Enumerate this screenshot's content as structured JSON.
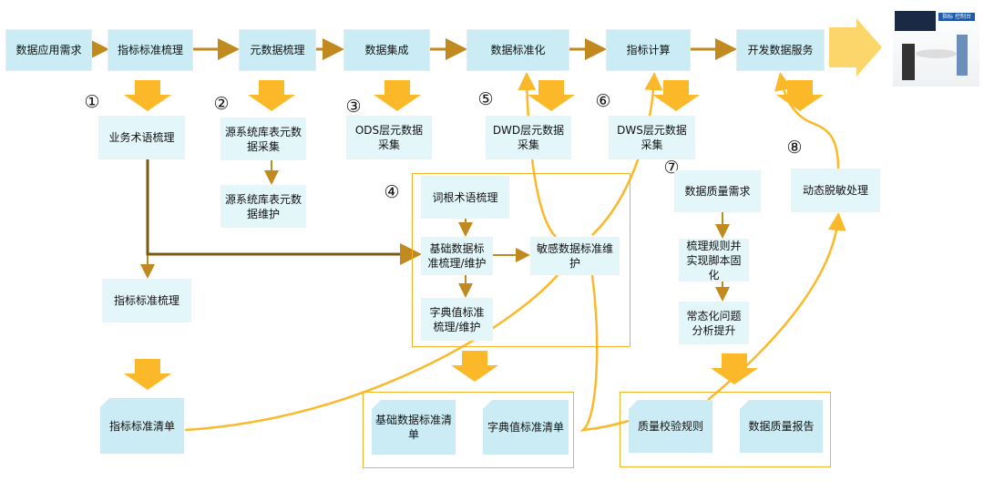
{
  "top_flow": [
    "数据应用需求",
    "指标标准梳理",
    "元数据梳理",
    "数据集成",
    "数据标准化",
    "指标计算",
    "开发数据服务"
  ],
  "steps": [
    "①",
    "②",
    "③",
    "④",
    "⑤",
    "⑥",
    "⑦",
    "⑧"
  ],
  "sub": {
    "business_terms": "业务术语梳理",
    "src_collect": "源系统库表元数据采集",
    "src_maintain": "源系统库表元数据维护",
    "ods": "ODS层元数据采集",
    "dwd": "DWD层元数据采集",
    "dws": "DWS层元数据采集",
    "root_terms": "词根术语梳理",
    "basic_std": "基础数据标准梳理/维护",
    "sensitive_std": "敏感数据标准维护",
    "dict_std": "字典值标准梳理/维护",
    "indicator_std": "指标标准梳理",
    "dq_req": "数据质量需求",
    "rules_script": "梳理规则并实现脚本固化",
    "normalize": "常态化问题分析提升",
    "masking": "动态脱敏处理"
  },
  "docs": {
    "indicator_list": "指标标准清单",
    "basic_list": "基础数据标准清单",
    "dict_list": "字典值标准清单",
    "qc_rules": "质量校验规则",
    "dq_report": "数据质量报告"
  },
  "photo_sign": "指标 控制台",
  "colors": {
    "main_box": "#cbecf4",
    "sub_box": "#e3f6f9",
    "big_arrow": "#fbb829",
    "connector": "#c08a1e",
    "curve": "#fbb829",
    "group_border": "#f6b327"
  }
}
